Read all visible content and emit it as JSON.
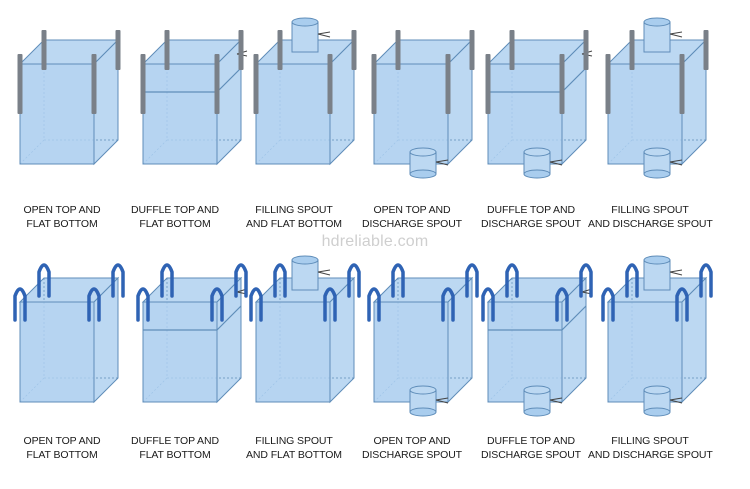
{
  "watermark": "hdreliable.com",
  "colors": {
    "face": "#bcd8f2",
    "face_front": "#a9cdee",
    "edge": "#5f8db9",
    "loop_blue": "#2f63b4",
    "loop_grey": "#7a8088"
  },
  "rows": [
    {
      "loop_style": "strap",
      "items": [
        {
          "top": "open",
          "bottom": "flat",
          "caption": [
            "OPEN TOP AND",
            "FLAT BOTTOM"
          ]
        },
        {
          "top": "duffle",
          "bottom": "flat",
          "caption": [
            "DUFFLE TOP AND",
            "FLAT BOTTOM"
          ]
        },
        {
          "top": "spout",
          "bottom": "flat",
          "caption": [
            "FILLING SPOUT",
            "AND FLAT BOTTOM"
          ]
        },
        {
          "top": "open",
          "bottom": "spout",
          "caption": [
            "OPEN TOP AND",
            "DISCHARGE SPOUT"
          ]
        },
        {
          "top": "duffle",
          "bottom": "spout",
          "caption": [
            "DUFFLE TOP AND",
            "DISCHARGE SPOUT"
          ]
        },
        {
          "top": "spout",
          "bottom": "spout",
          "caption": [
            "FILLING SPOUT",
            "AND DISCHARGE SPOUT"
          ]
        }
      ]
    },
    {
      "loop_style": "loop",
      "items": [
        {
          "top": "open",
          "bottom": "flat",
          "caption": [
            "OPEN TOP AND",
            "FLAT BOTTOM"
          ]
        },
        {
          "top": "duffle",
          "bottom": "flat",
          "caption": [
            "DUFFLE TOP AND",
            "FLAT BOTTOM"
          ]
        },
        {
          "top": "spout",
          "bottom": "flat",
          "caption": [
            "FILLING SPOUT",
            "AND FLAT BOTTOM"
          ]
        },
        {
          "top": "open",
          "bottom": "spout",
          "caption": [
            "OPEN TOP AND",
            "DISCHARGE SPOUT"
          ]
        },
        {
          "top": "duffle",
          "bottom": "spout",
          "caption": [
            "DUFFLE TOP AND",
            "DISCHARGE SPOUT"
          ]
        },
        {
          "top": "spout",
          "bottom": "spout",
          "caption": [
            "FILLING SPOUT",
            "AND DISCHARGE SPOUT"
          ]
        }
      ]
    }
  ]
}
